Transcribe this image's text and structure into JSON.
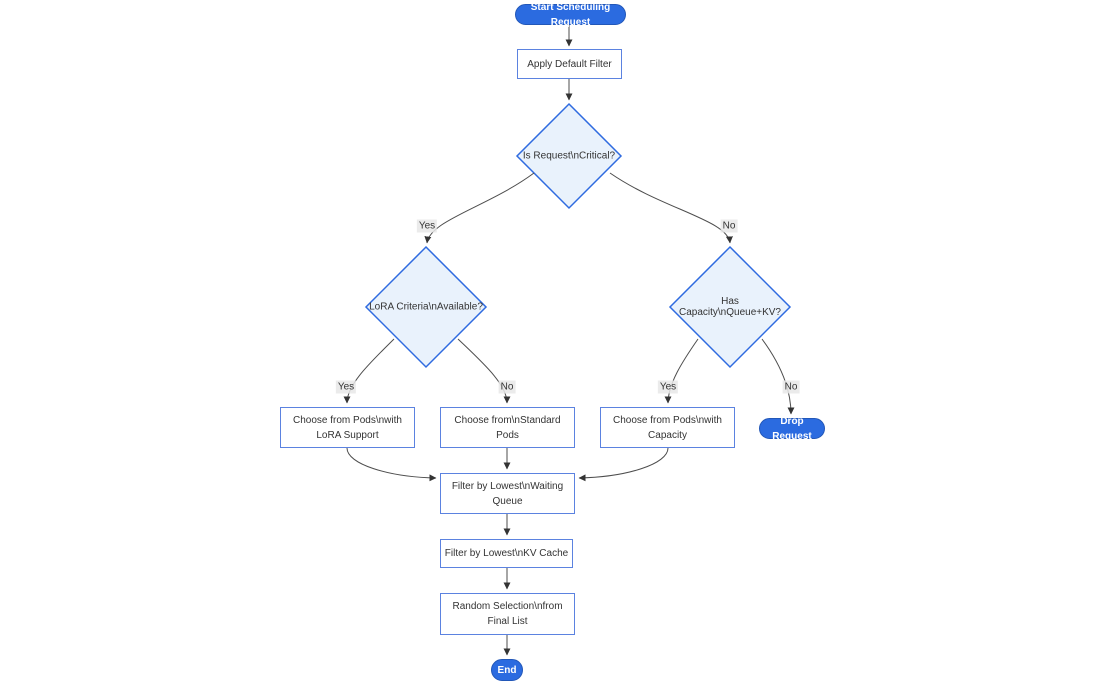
{
  "diagram": {
    "type": "flowchart",
    "direction": "top-down",
    "nodes": {
      "start": {
        "label": "Start Scheduling Request",
        "shape": "stadium"
      },
      "apply_filter": {
        "label": "Apply Default Filter",
        "shape": "rect"
      },
      "is_critical": {
        "label": "Is Request\\nCritical?",
        "shape": "diamond"
      },
      "lora_criteria": {
        "label": "LoRA Criteria\\nAvailable?",
        "shape": "diamond"
      },
      "has_capacity": {
        "label": "Has Capacity\\nQueue+KV?",
        "shape": "diamond"
      },
      "choose_lora": {
        "label": [
          "Choose from Pods\\nwith",
          "LoRA Support"
        ],
        "shape": "rect"
      },
      "choose_standard": {
        "label": [
          "Choose from\\nStandard",
          "Pods"
        ],
        "shape": "rect"
      },
      "choose_capacity": {
        "label": [
          "Choose from Pods\\nwith",
          "Capacity"
        ],
        "shape": "rect"
      },
      "drop_request": {
        "label": "Drop Request",
        "shape": "stadium"
      },
      "filter_queue": {
        "label": [
          "Filter by Lowest\\nWaiting",
          "Queue"
        ],
        "shape": "rect"
      },
      "filter_kv": {
        "label": "Filter by Lowest\\nKV Cache",
        "shape": "rect"
      },
      "random_selection": {
        "label": [
          "Random Selection\\nfrom",
          "Final List"
        ],
        "shape": "rect"
      },
      "end": {
        "label": "End",
        "shape": "stadium"
      }
    },
    "edges": [
      {
        "from": "start",
        "to": "apply_filter",
        "label": ""
      },
      {
        "from": "apply_filter",
        "to": "is_critical",
        "label": ""
      },
      {
        "from": "is_critical",
        "to": "lora_criteria",
        "label": "Yes"
      },
      {
        "from": "is_critical",
        "to": "has_capacity",
        "label": "No"
      },
      {
        "from": "lora_criteria",
        "to": "choose_lora",
        "label": "Yes"
      },
      {
        "from": "lora_criteria",
        "to": "choose_standard",
        "label": "No"
      },
      {
        "from": "has_capacity",
        "to": "choose_capacity",
        "label": "Yes"
      },
      {
        "from": "has_capacity",
        "to": "drop_request",
        "label": "No"
      },
      {
        "from": "choose_lora",
        "to": "filter_queue",
        "label": ""
      },
      {
        "from": "choose_standard",
        "to": "filter_queue",
        "label": ""
      },
      {
        "from": "choose_capacity",
        "to": "filter_queue",
        "label": ""
      },
      {
        "from": "filter_queue",
        "to": "filter_kv",
        "label": ""
      },
      {
        "from": "filter_kv",
        "to": "random_selection",
        "label": ""
      },
      {
        "from": "random_selection",
        "to": "end",
        "label": ""
      }
    ],
    "colors": {
      "stadium_fill": "#2b6be0",
      "stadium_text": "#ffffff",
      "rect_fill": "#ffffff",
      "rect_border": "#5b82e0",
      "diamond_fill": "#e9f2fc",
      "diamond_border": "#2f6be0",
      "edge_line": "#4d4d4d",
      "edge_label_bg": "#e8e8e8",
      "text": "#333333"
    }
  }
}
